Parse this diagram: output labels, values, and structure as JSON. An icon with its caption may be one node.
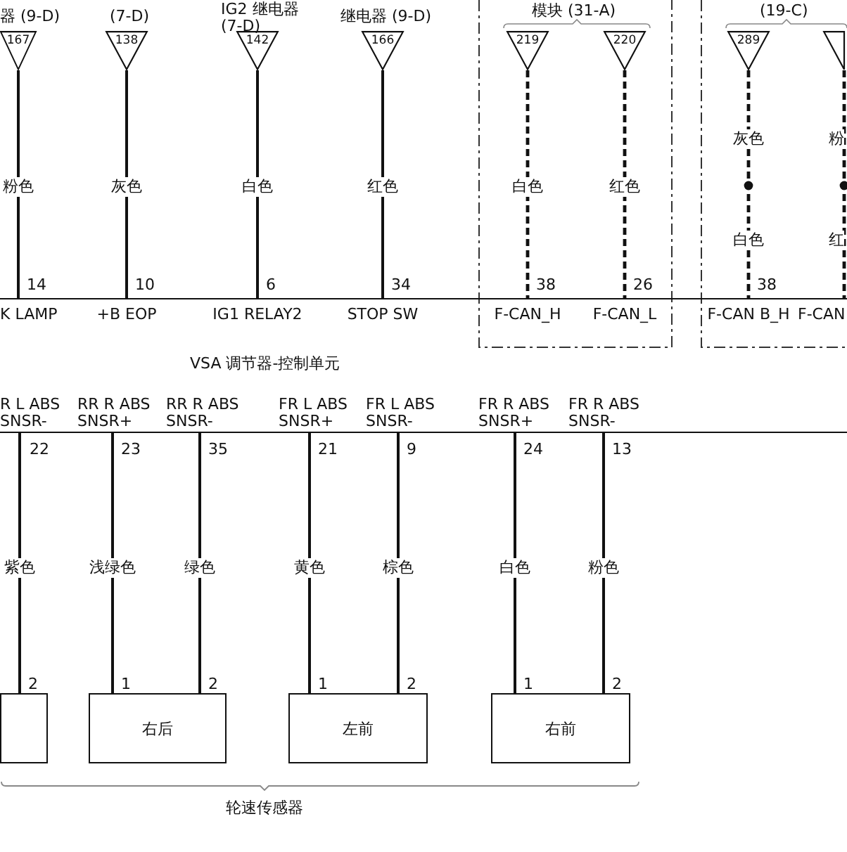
{
  "diagram": {
    "nodes": [
      {
        "text": [
          "167"
        ],
        "beside": [
          "器 (9-D)"
        ]
      },
      {
        "text": [
          "138"
        ],
        "beside": [
          "(7-D)"
        ]
      },
      {
        "text": [
          "142"
        ],
        "beside": [
          "IG2 继电器 (7-D)"
        ]
      },
      {
        "text": [
          "166"
        ],
        "beside": [
          "继电器 (9-D)"
        ]
      },
      {
        "text": [
          "模块 (31-A)"
        ]
      },
      {
        "text": [
          "219"
        ],
        "in": 4
      },
      {
        "text": [
          "220"
        ],
        "in": 4
      },
      {
        "text": [
          "(19-C)"
        ]
      },
      {
        "text": [
          "289"
        ],
        "in": 7
      },
      {
        "text": [],
        "shape": "triangle",
        "in": 7
      },
      {
        "text": [
          "VSA 调节器-控制单元"
        ]
      },
      {
        "text": [],
        "shape": "box"
      },
      {
        "text": [
          "右后"
        ]
      },
      {
        "text": [
          "左前"
        ]
      },
      {
        "text": [
          "右前"
        ]
      }
    ],
    "edges": [
      {
        "from": 0,
        "to": 10,
        "arrow": "none",
        "label": "粉色"
      },
      {
        "from": 1,
        "to": 10,
        "arrow": "none",
        "label": "灰色"
      },
      {
        "from": 2,
        "to": 10,
        "arrow": "none",
        "label": "白色"
      },
      {
        "from": 3,
        "to": 10,
        "arrow": "none",
        "label": "红色"
      },
      {
        "from": 5,
        "to": 10,
        "arrow": "none",
        "label": "白色",
        "style": "dashed"
      },
      {
        "from": 6,
        "to": 10,
        "arrow": "none",
        "label": "红色",
        "style": "dashed"
      },
      {
        "from": 8,
        "to": 10,
        "arrow": "none",
        "style": "dashed"
      },
      {
        "from": 9,
        "to": 10,
        "arrow": "none",
        "style": "dashed"
      },
      {
        "from": 10,
        "to": 11,
        "arrow": "none",
        "label": "紫色"
      },
      {
        "from": 10,
        "to": 12,
        "arrow": "none",
        "label": "浅绿色"
      },
      {
        "from": 10,
        "to": 12,
        "arrow": "none",
        "label": "绿色"
      },
      {
        "from": 10,
        "to": 13,
        "arrow": "none",
        "label": "黄色"
      },
      {
        "from": 10,
        "to": 13,
        "arrow": "none",
        "label": "棕色"
      },
      {
        "from": 10,
        "to": 14,
        "arrow": "none",
        "label": "白色"
      },
      {
        "from": 10,
        "to": 14,
        "arrow": "none",
        "label": "粉色"
      }
    ],
    "labels": [
      "灰色",
      "粉",
      "白色",
      "红",
      "14",
      "10",
      "6",
      "34",
      "38",
      "26",
      "38",
      "K LAMP",
      "+B EOP",
      "IG1 RELAY2",
      "STOP SW",
      "F-CAN_H",
      "F-CAN_L",
      "F-CAN B_H",
      "F-CAN",
      "R L ABS SNSR-",
      "RR R ABS SNSR+",
      "RR R ABS SNSR-",
      "FR L ABS SNSR+",
      "FR L ABS SNSR-",
      "FR R ABS SNSR+",
      "FR R ABS SNSR-",
      "22",
      "23",
      "35",
      "21",
      "9",
      "24",
      "13",
      "2",
      "1",
      "2",
      "1",
      "2",
      "1",
      "2",
      "轮速传感器"
    ]
  }
}
